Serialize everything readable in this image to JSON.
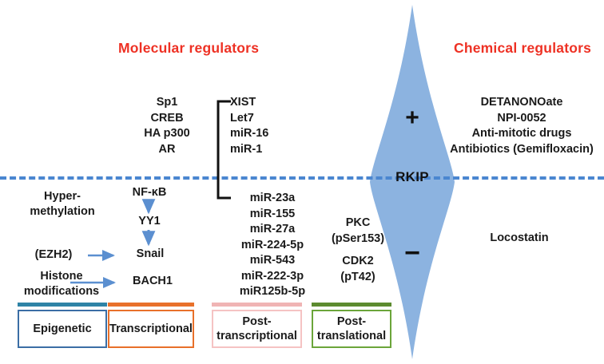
{
  "titles": {
    "molecular": "Molecular regulators",
    "chemical": "Chemical regulators",
    "title_color": "#ee3124"
  },
  "center": {
    "protein": "RKIP",
    "positive_sign": "+",
    "negative_sign": "−",
    "lens_color": "#8cb3e0"
  },
  "membrane": {
    "style": "dashed",
    "color": "#4a86d0"
  },
  "positive_regulators": {
    "transcription_factors": [
      "Sp1",
      "CREB",
      "HA p300",
      "AR"
    ],
    "non_coding_rnas": [
      "XIST",
      "Let7",
      "miR-16",
      "miR-1"
    ]
  },
  "negative_regulators": {
    "non_coding_rnas": [
      "miR-23a",
      "miR-155",
      "miR-27a",
      "miR-224-5p",
      "miR-543",
      "miR-222-3p",
      "miR125b-5p"
    ],
    "post_translational": [
      {
        "kinase": "PKC",
        "site": "(pSer153)"
      },
      {
        "kinase": "CDK2",
        "site": "(pT42)"
      }
    ]
  },
  "epigenetic": {
    "hyper_methylation_line1": "Hyper-",
    "hyper_methylation_line2": "methylation",
    "ezh2": "(EZH2)",
    "histone_line1": "Histone",
    "histone_line2": "modifications"
  },
  "transcriptional_cascade": {
    "nfkb": "NF-κB",
    "yy1": "YY1",
    "snail": "Snail",
    "bach1": "BACH1",
    "arrow_color": "#5b8fd0"
  },
  "chemical_regulators": {
    "positive": [
      "DETANONOate",
      "NPI-0052",
      "Anti-mitotic drugs",
      "Antibiotics (Gemifloxacin)"
    ],
    "negative": "Locostatin"
  },
  "categories": [
    {
      "label_line1": "Epigenetic",
      "label_line2": "",
      "bar_color": "#2e83a6",
      "border_color": "#3b6ea5"
    },
    {
      "label_line1": "Transcriptional",
      "label_line2": "",
      "bar_color": "#e8702a",
      "border_color": "#e8702a"
    },
    {
      "label_line1": "Post-",
      "label_line2": "transcriptional",
      "bar_color": "#f0b4b4",
      "border_color": "#f5c3c3"
    },
    {
      "label_line1": "Post-",
      "label_line2": "translational",
      "bar_color": "#5c8b2f",
      "border_color": "#6ba53a"
    }
  ]
}
